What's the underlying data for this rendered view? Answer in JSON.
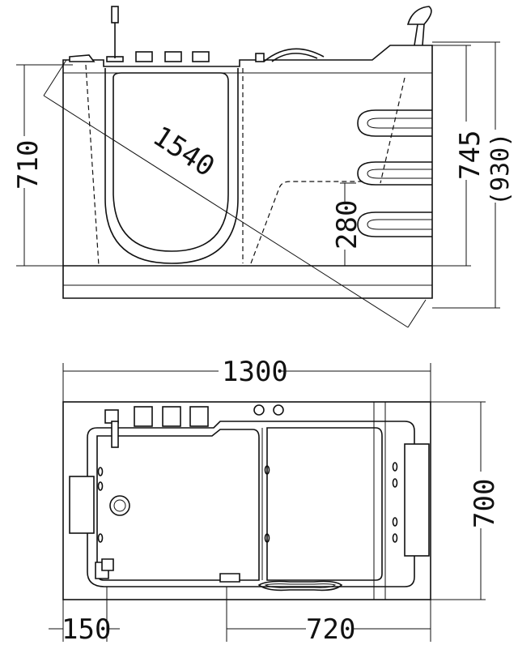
{
  "dimensions": {
    "diagonal": "1540",
    "height_left": "710",
    "height_right": "745",
    "height_total": "(930)",
    "step_height": "280",
    "length": "1300",
    "width": "700",
    "door_offset": "150",
    "seat_length": "720"
  }
}
